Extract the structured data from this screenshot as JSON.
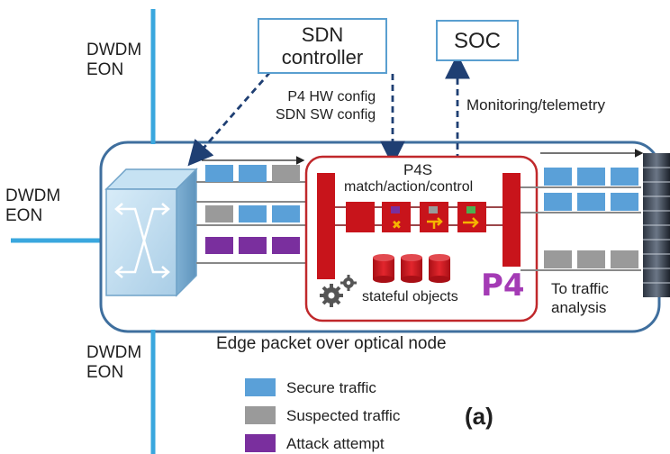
{
  "labels": {
    "dwdm_top_1": "DWDM",
    "dwdm_top_2": "EON",
    "dwdm_left_1": "DWDM",
    "dwdm_left_2": "EON",
    "dwdm_bottom_1": "DWDM",
    "dwdm_bottom_2": "EON",
    "sdn_controller_1": "SDN",
    "sdn_controller_2": "controller",
    "soc": "SOC",
    "p4_hw_config": "P4 HW config",
    "sdn_sw_config": "SDN SW config",
    "monitoring": "Monitoring/telemetry",
    "p4s_title": "P4S",
    "p4s_subtitle": "match/action/control",
    "stateful_objects": "stateful objects",
    "to_traffic_1": "To traffic",
    "to_traffic_2": "analysis",
    "node_caption": "Edge packet over optical node",
    "subfigure": "(a)",
    "p4_logo": "P4"
  },
  "legend": [
    {
      "label": "Secure traffic",
      "color": "#5aa0d8"
    },
    {
      "label": "Suspected traffic",
      "color": "#9a9a9a"
    },
    {
      "label": "Attack attempt",
      "color": "#7a2f9e"
    }
  ],
  "colors": {
    "fiber": "#3aa7de",
    "node_border": "#3f6f9e",
    "p4s_border": "#c0282b",
    "pipeline_red": "#c8141b",
    "secure": "#5aa0d8",
    "suspected": "#9a9a9a",
    "attack": "#7a2f9e"
  }
}
